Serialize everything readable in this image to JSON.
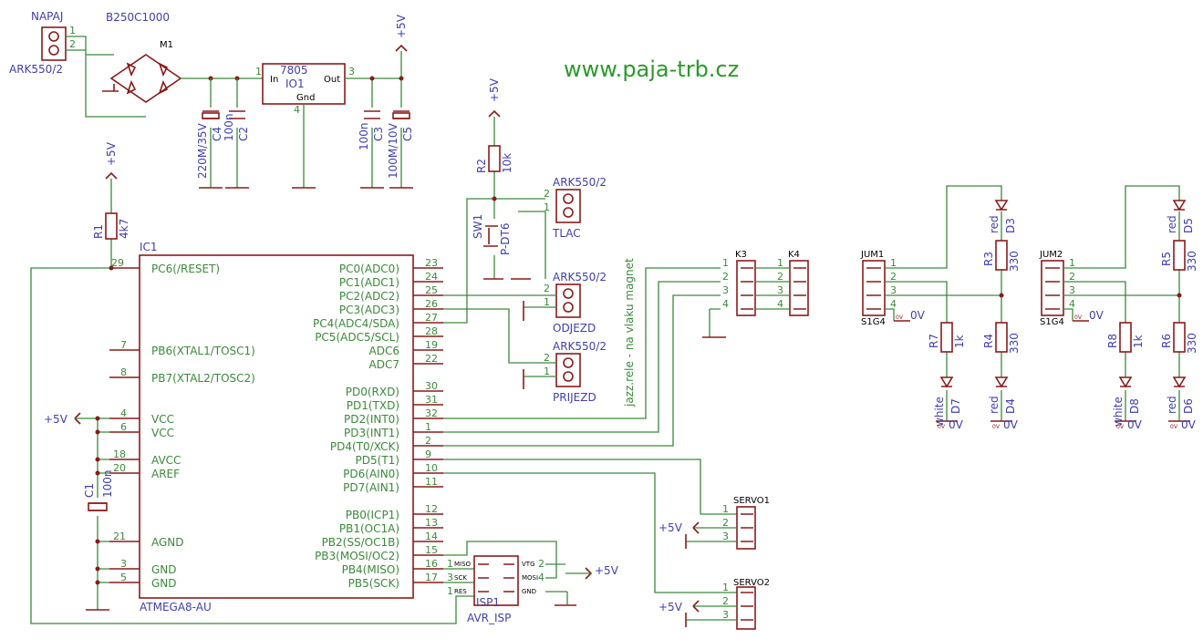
{
  "website": "www.paja-trb.cz",
  "power": {
    "connector_label": "NAPAJ",
    "connector_type": "ARK550/2",
    "bridge_type": "B250C1000",
    "bridge_name": "M1",
    "regulator_type": "7805",
    "regulator_name": "IO1",
    "reg_in": "In",
    "reg_out": "Out",
    "reg_gnd": "Gnd",
    "pin1": "1",
    "pin2": "2",
    "pin3": "3",
    "pin4": "4",
    "vcc": "+5V",
    "c4_name": "C4",
    "c4_value": "220M/35V",
    "c2_name": "C2",
    "c2_value": "100n",
    "c3_name": "C3",
    "c3_value": "100n",
    "c5_name": "C5",
    "c5_value": "100M/10V"
  },
  "mcu": {
    "name": "IC1",
    "type": "ATMEGA8-AU",
    "left_pins": [
      {
        "num": "29",
        "label": "PC6(/RESET)"
      },
      {
        "num": "7",
        "label": "PB6(XTAL1/TOSC1)"
      },
      {
        "num": "8",
        "label": "PB7(XTAL2/TOSC2)"
      },
      {
        "num": "4",
        "label": "VCC"
      },
      {
        "num": "6",
        "label": "VCC"
      },
      {
        "num": "18",
        "label": "AVCC"
      },
      {
        "num": "20",
        "label": "AREF"
      },
      {
        "num": "21",
        "label": "AGND"
      },
      {
        "num": "3",
        "label": "GND"
      },
      {
        "num": "5",
        "label": "GND"
      }
    ],
    "right_pins": [
      {
        "num": "23",
        "label": "PC0(ADC0)"
      },
      {
        "num": "24",
        "label": "PC1(ADC1)"
      },
      {
        "num": "25",
        "label": "PC2(ADC2)"
      },
      {
        "num": "26",
        "label": "PC3(ADC3)"
      },
      {
        "num": "27",
        "label": "PC4(ADC4/SDA)"
      },
      {
        "num": "28",
        "label": "PC5(ADC5/SCL)"
      },
      {
        "num": "19",
        "label": "ADC6"
      },
      {
        "num": "22",
        "label": "ADC7"
      },
      {
        "num": "30",
        "label": "PD0(RXD)"
      },
      {
        "num": "31",
        "label": "PD1(TXD)"
      },
      {
        "num": "32",
        "label": "PD2(INT0)"
      },
      {
        "num": "1",
        "label": "PD3(INT1)"
      },
      {
        "num": "2",
        "label": "PD4(T0/XCK)"
      },
      {
        "num": "9",
        "label": "PD5(T1)"
      },
      {
        "num": "10",
        "label": "PD6(AIN0)"
      },
      {
        "num": "11",
        "label": "PD7(AIN1)"
      },
      {
        "num": "12",
        "label": "PB0(ICP1)"
      },
      {
        "num": "13",
        "label": "PB1(OC1A)"
      },
      {
        "num": "14",
        "label": "PB2(SS/OC1B)"
      },
      {
        "num": "15",
        "label": "PB3(MOSI/OC2)"
      },
      {
        "num": "16",
        "label": "PB4(MISO)"
      },
      {
        "num": "17",
        "label": "PB5(SCK)"
      }
    ]
  },
  "passives": {
    "r1_name": "R1",
    "r1_value": "4k7",
    "c1_name": "C1",
    "c1_value": "100n",
    "r2_name": "R2",
    "r2_value": "10k",
    "sw_name": "SW1",
    "sw_type": "P-DT6"
  },
  "connectors": {
    "type": "ARK550/2",
    "tlac": "TLAC",
    "odjezd": "ODJEZD",
    "prijezd": "PRIJEZD",
    "relay_note": "jazz.rele - na vlaku magnet",
    "k3": "K3",
    "k4": "K4",
    "servo1": "SERVO1",
    "servo2": "SERVO2",
    "isp_name": "ISP1",
    "isp_type": "AVR_ISP",
    "isp_miso": "MISO",
    "isp_sck": "SCK",
    "isp_res": "RES",
    "isp_vtg": "VTG",
    "isp_mosi": "MOSI",
    "isp_gnd": "GND"
  },
  "leds_left": {
    "jumper": "JUM1",
    "jumper_type": "S1G4",
    "zero": "0V",
    "d3": "D3",
    "d3_color": "red",
    "r3": "R3",
    "r3_value": "330",
    "r4": "R4",
    "r4_value": "330",
    "d4": "D4",
    "d4_color": "red",
    "r7": "R7",
    "r7_value": "1k",
    "d7": "D7",
    "d7_color": "white"
  },
  "leds_right": {
    "jumper": "JUM2",
    "jumper_type": "S1G4",
    "zero": "0V",
    "d5": "D5",
    "d5_color": "red",
    "r5": "R5",
    "r5_value": "330",
    "r6": "R6",
    "r6_value": "330",
    "d6": "D6",
    "d6_color": "red",
    "r8": "R8",
    "r8_value": "1k",
    "d8": "D8",
    "d8_color": "white"
  }
}
